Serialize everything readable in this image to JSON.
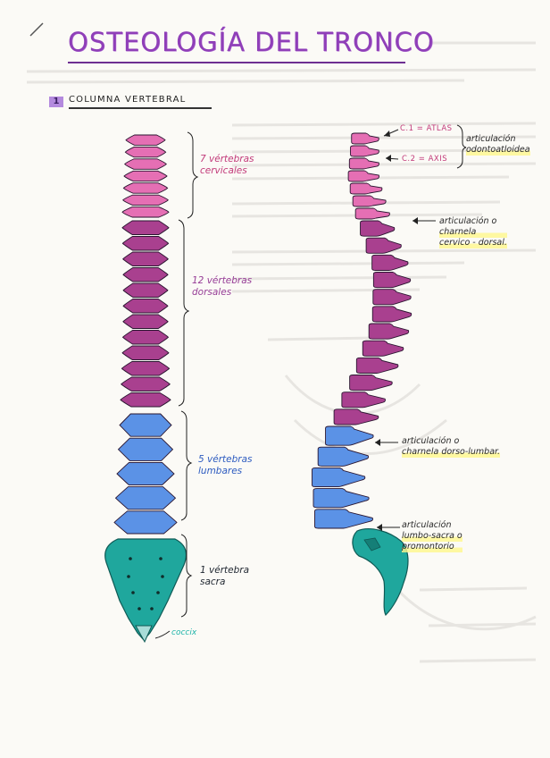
{
  "title": "OSTEOLOGÍA DEL TRONCO",
  "section": {
    "number": "1",
    "title": "COLUMNA VERTEBRAL"
  },
  "colors": {
    "cervical": "#e56fb4",
    "dorsal": "#a9408f",
    "lumbar": "#5b92e6",
    "sacral": "#1fa79d",
    "title": "#8f3fb8"
  },
  "front_view": {
    "regions": [
      {
        "name": "cervical",
        "label_line1": "7 vértebras",
        "label_line2": "cervicales",
        "count": 7
      },
      {
        "name": "dorsal",
        "label_line1": "12 vértebras",
        "label_line2": "dorsales",
        "count": 12
      },
      {
        "name": "lumbar",
        "label_line1": "5 vértebras",
        "label_line2": "lumbares",
        "count": 5
      },
      {
        "name": "sacral",
        "label_line1": "1 vértebra",
        "label_line2": "sacra",
        "count": 1
      }
    ],
    "coccyx_label": "coccix"
  },
  "side_view": {
    "c1": "C.1 = ATLAS",
    "c2": "C.2 = AXIS",
    "atlas_axis_joint": {
      "line1": "articulación",
      "line2": "odontoatloidea"
    },
    "cervicodorsal": {
      "line1": "articulación o",
      "line2": "charnela",
      "line3": "cervico - dorsal."
    },
    "dorsolumbar": {
      "line1": "articulación o",
      "line2": "charnela dorso-lumbar."
    },
    "lumbosacral": {
      "line1": "articulación",
      "line2": "lumbo-sacra o",
      "line3": "promontorio"
    }
  }
}
